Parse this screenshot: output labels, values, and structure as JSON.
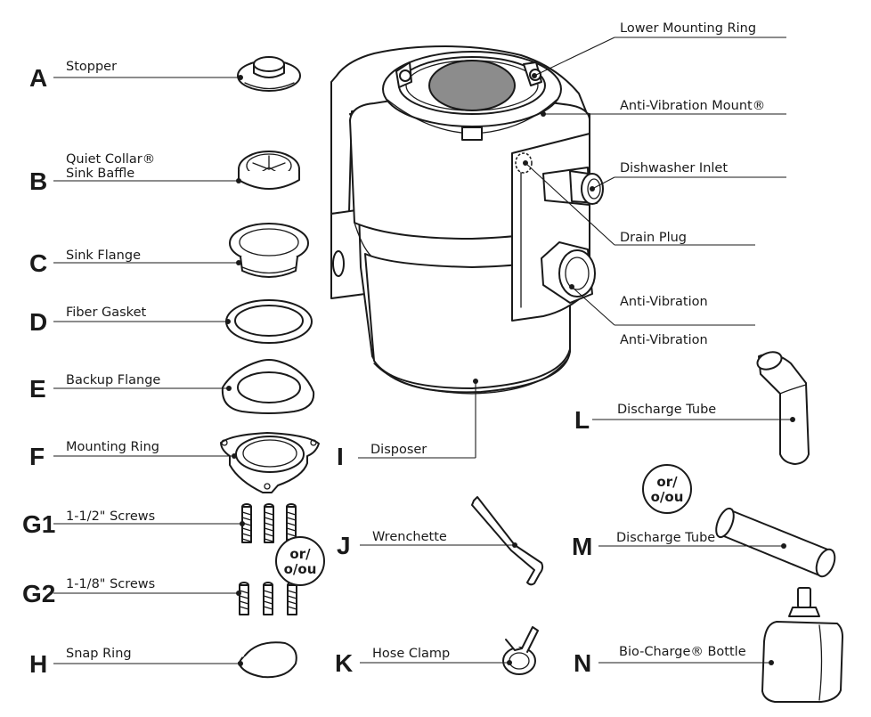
{
  "parts": [
    {
      "letter": "A",
      "label": "Stopper"
    },
    {
      "letter": "B",
      "label_line1": "Quiet Collar®",
      "label_line2": "Sink Baffle"
    },
    {
      "letter": "C",
      "label": "Sink Flange"
    },
    {
      "letter": "D",
      "label": "Fiber Gasket"
    },
    {
      "letter": "E",
      "label": "Backup Flange"
    },
    {
      "letter": "F",
      "label": "Mounting Ring"
    },
    {
      "letter": "G1",
      "label": "1-1/2\" Screws"
    },
    {
      "letter": "G2",
      "label": "1-1/8\" Screws"
    },
    {
      "letter": "H",
      "label": "Snap Ring"
    },
    {
      "letter": "I",
      "label": "Disposer"
    },
    {
      "letter": "J",
      "label": "Wrenchette"
    },
    {
      "letter": "K",
      "label": "Hose Clamp"
    },
    {
      "letter": "L",
      "label": "Discharge Tube"
    },
    {
      "letter": "M",
      "label": "Discharge Tube"
    },
    {
      "letter": "N",
      "label": "Bio-Charge® Bottle"
    }
  ],
  "callouts": [
    {
      "label": "Lower Mounting Ring"
    },
    {
      "label": "Anti-Vibration Mount®"
    },
    {
      "label": "Dishwasher Inlet"
    },
    {
      "label": "Drain Plug"
    },
    {
      "label": "Anti-Vibration"
    },
    {
      "label": "Anti-Vibration"
    }
  ],
  "or_badges": [
    {
      "line1": "or/",
      "line2": "o/ou"
    },
    {
      "line1": "or/",
      "line2": "o/ou"
    }
  ]
}
